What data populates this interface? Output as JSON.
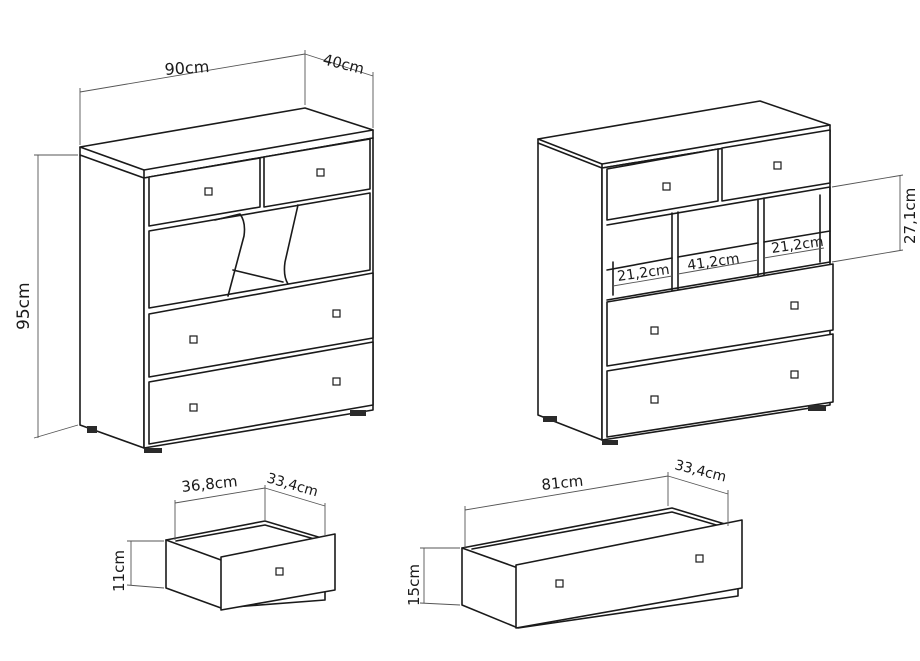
{
  "dimensions": {
    "chest_width": "90cm",
    "chest_depth": "40cm",
    "chest_height": "95cm",
    "small_drawer_width": "36,8cm",
    "small_drawer_depth": "33,4cm",
    "small_drawer_height": "11cm",
    "large_drawer_width": "81cm",
    "large_drawer_depth": "33,4cm",
    "large_drawer_height": "15cm",
    "compartment_height": "27,1cm",
    "compartment_left_width": "21,2cm",
    "compartment_middle_width": "41,2cm",
    "compartment_right_width": "21,2cm"
  },
  "colors": {
    "line": "#1a1a1a",
    "background": "#ffffff"
  }
}
